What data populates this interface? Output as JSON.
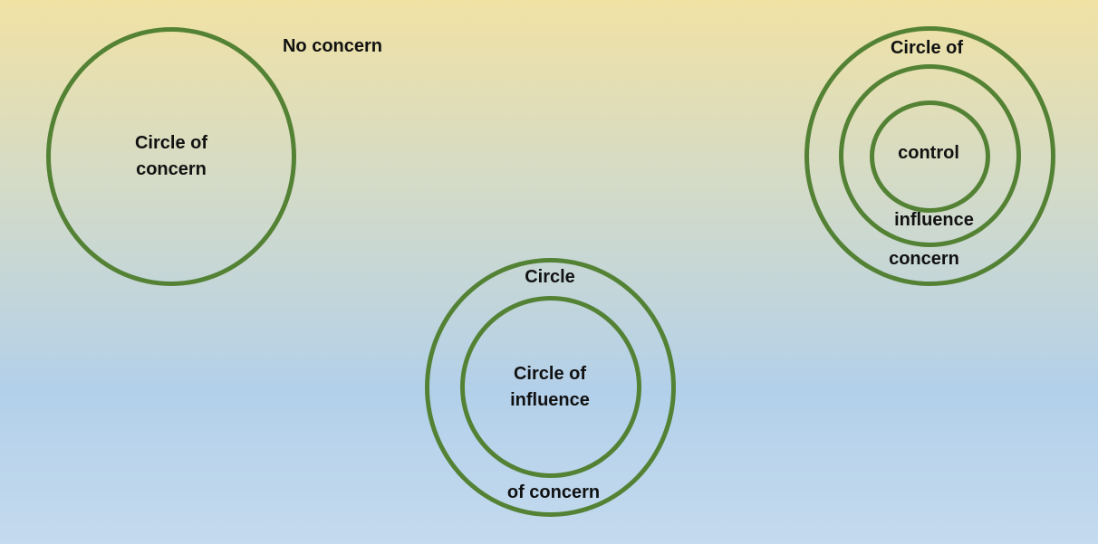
{
  "colors": {
    "ring": "#548235",
    "text": "#111111",
    "background_top": "#f1e2a4",
    "background_bottom": "#c4daee"
  },
  "diagram_1": {
    "outside_label": "No concern",
    "concern_label_line1": "Circle of",
    "concern_label_line2": "concern"
  },
  "diagram_2": {
    "concern_label_top": "Circle",
    "concern_label_bottom": "of concern",
    "influence_label_line1": "Circle of",
    "influence_label_line2": "influence"
  },
  "diagram_3": {
    "concern_label_top": "Circle of",
    "concern_label_bottom": "concern",
    "influence_label": "influence",
    "control_label": "control"
  }
}
